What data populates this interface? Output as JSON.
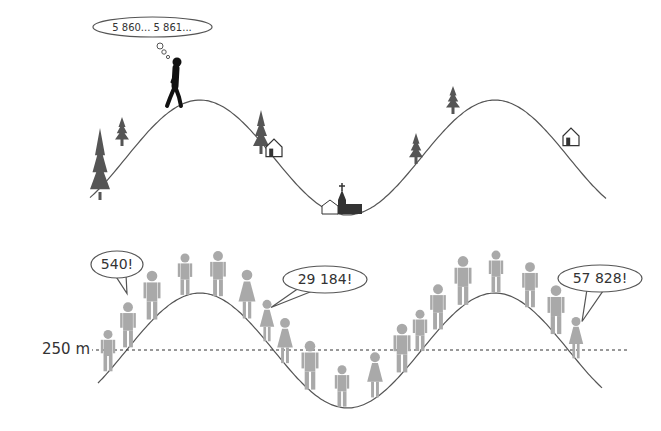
{
  "diagram": {
    "nodes": [
      {
        "text": [
          "5 860... 5 861..."
        ]
      },
      {
        "text": [
          "540!"
        ]
      },
      {
        "text": [
          "29 184!"
        ]
      },
      {
        "text": [
          "57 828!"
        ]
      }
    ],
    "labels": [
      "250 m"
    ]
  }
}
